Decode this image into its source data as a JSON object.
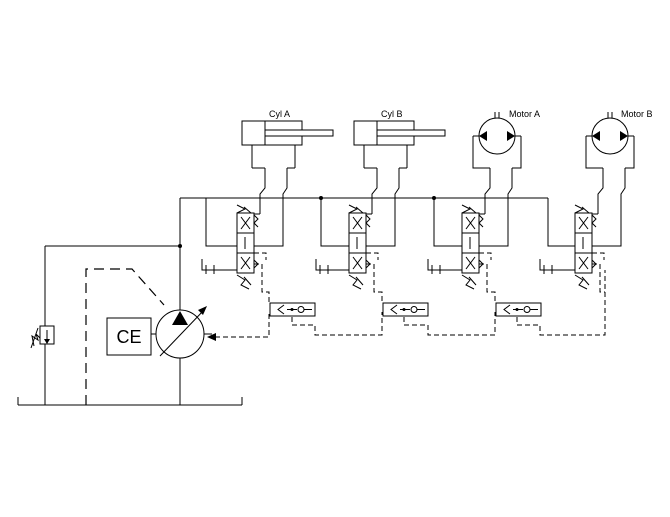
{
  "labels": {
    "cyl_a": "Cyl A",
    "cyl_b": "Cyl B",
    "motor_a": "Motor A",
    "motor_b": "Motor B",
    "controller": "CE"
  },
  "colors": {
    "line": "#000000",
    "background": "#ffffff"
  }
}
